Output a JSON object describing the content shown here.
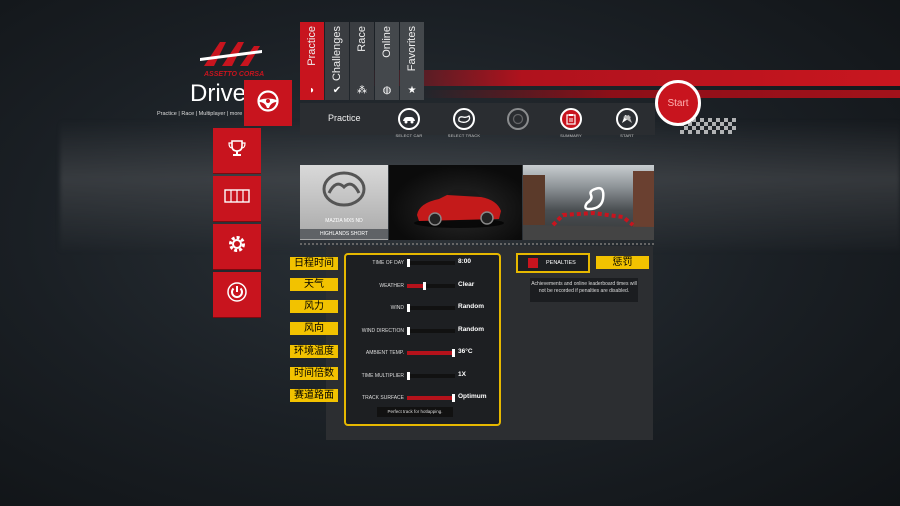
{
  "logo": {
    "text": "ASSETTO CORSA"
  },
  "header": {
    "title": "Drive",
    "subtitle": "Practice | Race | Multiplayer | more"
  },
  "tabs": [
    {
      "label": "Practice",
      "icon": "helmet-icon",
      "active": true
    },
    {
      "label": "Challenges",
      "icon": "check-badge-icon",
      "active": false
    },
    {
      "label": "Race",
      "icon": "race-cars-icon",
      "active": false
    },
    {
      "label": "Online",
      "icon": "globe-icon",
      "active": false
    },
    {
      "label": "Favorites",
      "icon": "star-icon",
      "active": false
    }
  ],
  "sidebar": [
    {
      "icon": "trophy-icon"
    },
    {
      "icon": "garage-icon"
    },
    {
      "icon": "gear-icon"
    },
    {
      "icon": "power-icon"
    }
  ],
  "steps": {
    "mode_label": "Practice",
    "items": [
      {
        "label": "SELECT CAR",
        "icon": "car-icon"
      },
      {
        "label": "SELECT TRACK",
        "icon": "track-icon"
      },
      {
        "label": "SUMMARY",
        "icon": "clipboard-icon"
      },
      {
        "label": "START",
        "icon": "flags-icon"
      }
    ],
    "start_label": "Start"
  },
  "selection": {
    "car_name": "MAZDA MX5 ND",
    "track_name": "HIGHLANDS SHORT"
  },
  "conditions": [
    {
      "label": "TIME OF DAY",
      "value": "8:00",
      "level": 0.0
    },
    {
      "label": "WEATHER",
      "value": "Clear",
      "level": 0.35
    },
    {
      "label": "WIND",
      "value": "Random",
      "level": 0.0
    },
    {
      "label": "WIND DIRECTION",
      "value": "Random",
      "level": 0.0
    },
    {
      "label": "AMBIENT TEMP.",
      "value": "36°C",
      "level": 1.0
    },
    {
      "label": "TIME MULTIPLIER",
      "value": "1X",
      "level": 0.0
    },
    {
      "label": "TRACK SURFACE",
      "value": "Optimum",
      "level": 1.0
    }
  ],
  "conditions_hint": "Perfect track for hotlapping.",
  "translations": [
    "日程时间",
    "天气",
    "风力",
    "风向",
    "环境温度",
    "时间倍数",
    "赛道路面"
  ],
  "penalties": {
    "label": "PENALTIES",
    "translation": "惩罚",
    "note": "Achievements and online leaderboard times will not be recorded if penalties are disabled."
  },
  "colors": {
    "accent": "#c8141e",
    "highlight": "#e6b800",
    "label_yellow": "#f2c200"
  }
}
